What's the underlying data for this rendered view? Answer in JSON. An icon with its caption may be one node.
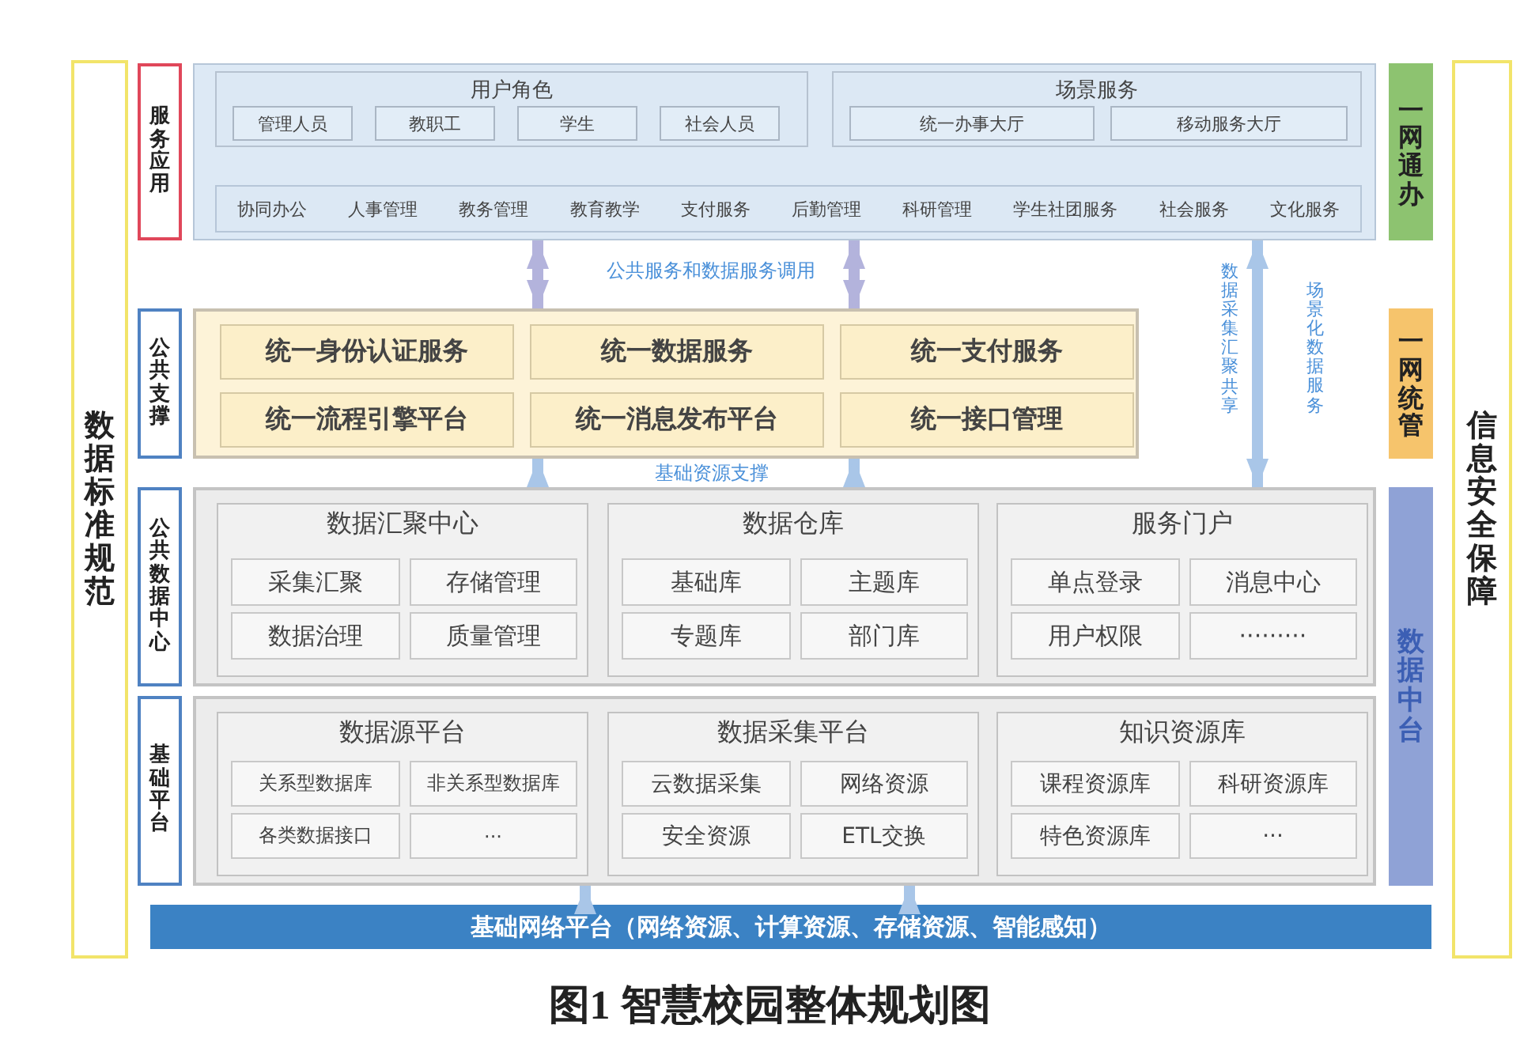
{
  "diagram": {
    "caption": "图1 智慧校园整体规划图",
    "nodes": [
      {
        "text": [
          "数据标准规范"
        ]
      },
      {
        "text": [
          "信息安全保障"
        ]
      },
      {
        "text": [
          "服务应用"
        ]
      },
      {
        "text": [],
        "shape": "box"
      },
      {
        "text": [
          "用户角色"
        ],
        "in": 3
      },
      {
        "text": [
          "管理人员"
        ],
        "in": 4
      },
      {
        "text": [
          "教职工"
        ],
        "in": 4
      },
      {
        "text": [
          "学生"
        ],
        "in": 4
      },
      {
        "text": [
          "社会人员"
        ],
        "in": 4
      },
      {
        "text": [
          "场景服务"
        ],
        "in": 3
      },
      {
        "text": [
          "统一办事大厅"
        ],
        "in": 9
      },
      {
        "text": [
          "移动服务大厅"
        ],
        "in": 9
      },
      {
        "text": [
          "协同办公",
          "人事管理",
          "教务管理",
          "教育教学",
          "支付服务",
          "后勤管理",
          "科研管理",
          "学生社团服务",
          "社会服务",
          "文化服务"
        ],
        "in": 3
      },
      {
        "text": [
          "一网通办"
        ]
      },
      {
        "text": [
          "公共支撑"
        ]
      },
      {
        "text": [],
        "shape": "box"
      },
      {
        "text": [
          "统一身份认证服务"
        ],
        "in": 15
      },
      {
        "text": [
          "统一数据服务"
        ],
        "in": 15
      },
      {
        "text": [
          "统一支付服务"
        ],
        "in": 15
      },
      {
        "text": [
          "统一流程引擎平台"
        ],
        "in": 15
      },
      {
        "text": [
          "统一消息发布平台"
        ],
        "in": 15
      },
      {
        "text": [
          "统一接口管理"
        ],
        "in": 15
      },
      {
        "text": [
          "一网统管"
        ]
      },
      {
        "text": [
          "公共数据中心"
        ]
      },
      {
        "text": [],
        "shape": "box"
      },
      {
        "text": [
          "数据汇聚中心"
        ],
        "in": 24
      },
      {
        "text": [
          "采集汇聚"
        ],
        "in": 25
      },
      {
        "text": [
          "存储管理"
        ],
        "in": 25
      },
      {
        "text": [
          "数据治理"
        ],
        "in": 25
      },
      {
        "text": [
          "质量管理"
        ],
        "in": 25
      },
      {
        "text": [
          "数据仓库"
        ],
        "in": 24
      },
      {
        "text": [
          "基础库"
        ],
        "in": 30
      },
      {
        "text": [
          "主题库"
        ],
        "in": 30
      },
      {
        "text": [
          "专题库"
        ],
        "in": 30
      },
      {
        "text": [
          "部门库"
        ],
        "in": 30
      },
      {
        "text": [
          "服务门户"
        ],
        "in": 24
      },
      {
        "text": [
          "单点登录"
        ],
        "in": 35
      },
      {
        "text": [
          "消息中心"
        ],
        "in": 35
      },
      {
        "text": [
          "用户权限"
        ],
        "in": 35
      },
      {
        "text": [
          "·········"
        ],
        "in": 35
      },
      {
        "text": [
          "基础平台"
        ]
      },
      {
        "text": [],
        "shape": "box"
      },
      {
        "text": [
          "数据源平台"
        ],
        "in": 41
      },
      {
        "text": [
          "关系型数据库"
        ],
        "in": 42
      },
      {
        "text": [
          "非关系型数据库"
        ],
        "in": 42
      },
      {
        "text": [
          "各类数据接口"
        ],
        "in": 42
      },
      {
        "text": [
          "···"
        ],
        "in": 42
      },
      {
        "text": [
          "数据采集平台"
        ],
        "in": 41
      },
      {
        "text": [
          "云数据采集"
        ],
        "in": 47
      },
      {
        "text": [
          "网络资源"
        ],
        "in": 47
      },
      {
        "text": [
          "安全资源"
        ],
        "in": 47
      },
      {
        "text": [
          "ETL交换"
        ],
        "in": 47
      },
      {
        "text": [
          "知识资源库"
        ],
        "in": 41
      },
      {
        "text": [
          "课程资源库"
        ],
        "in": 52
      },
      {
        "text": [
          "科研资源库"
        ],
        "in": 52
      },
      {
        "text": [
          "特色资源库"
        ],
        "in": 52
      },
      {
        "text": [
          "···"
        ],
        "in": 52
      },
      {
        "text": [
          "数据中台"
        ]
      },
      {
        "text": [
          "基础网络平台（网络资源、计算资源、存储资源、智能感知）"
        ]
      }
    ],
    "edges": [
      {
        "from": 3,
        "to": 15,
        "arrow": "both",
        "color": "#b3b3dc"
      },
      {
        "from": 3,
        "to": 15,
        "arrow": "both",
        "color": "#b3b3dc"
      },
      {
        "from": 24,
        "to": 15,
        "arrow": "to"
      },
      {
        "from": 24,
        "to": 15,
        "arrow": "to"
      },
      {
        "from": 3,
        "to": 24,
        "arrow": "both"
      },
      {
        "from": 58,
        "to": 41,
        "arrow": "to"
      },
      {
        "from": 58,
        "to": 41,
        "arrow": "to"
      }
    ],
    "labels": [
      "公共服务和数据服务调用",
      "基础资源支撑",
      "数据采集汇聚共享",
      "场景化数据服务"
    ]
  }
}
